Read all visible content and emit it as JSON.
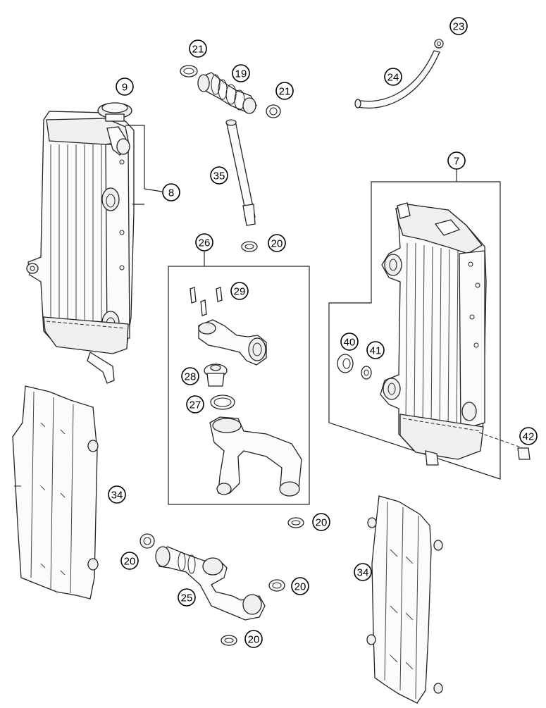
{
  "labels": {
    "l9": "9",
    "l8": "8",
    "l21a": "21",
    "l19": "19",
    "l21b": "21",
    "l23": "23",
    "l24": "24",
    "l35": "35",
    "l7": "7",
    "l26": "26",
    "l20a": "20",
    "l29": "29",
    "l40": "40",
    "l41": "41",
    "l28": "28",
    "l27": "27",
    "l42": "42",
    "l34a": "34",
    "l20b": "20",
    "l20c": "20",
    "l20d": "20",
    "l25": "25",
    "l34b": "34",
    "l20e": "20"
  }
}
